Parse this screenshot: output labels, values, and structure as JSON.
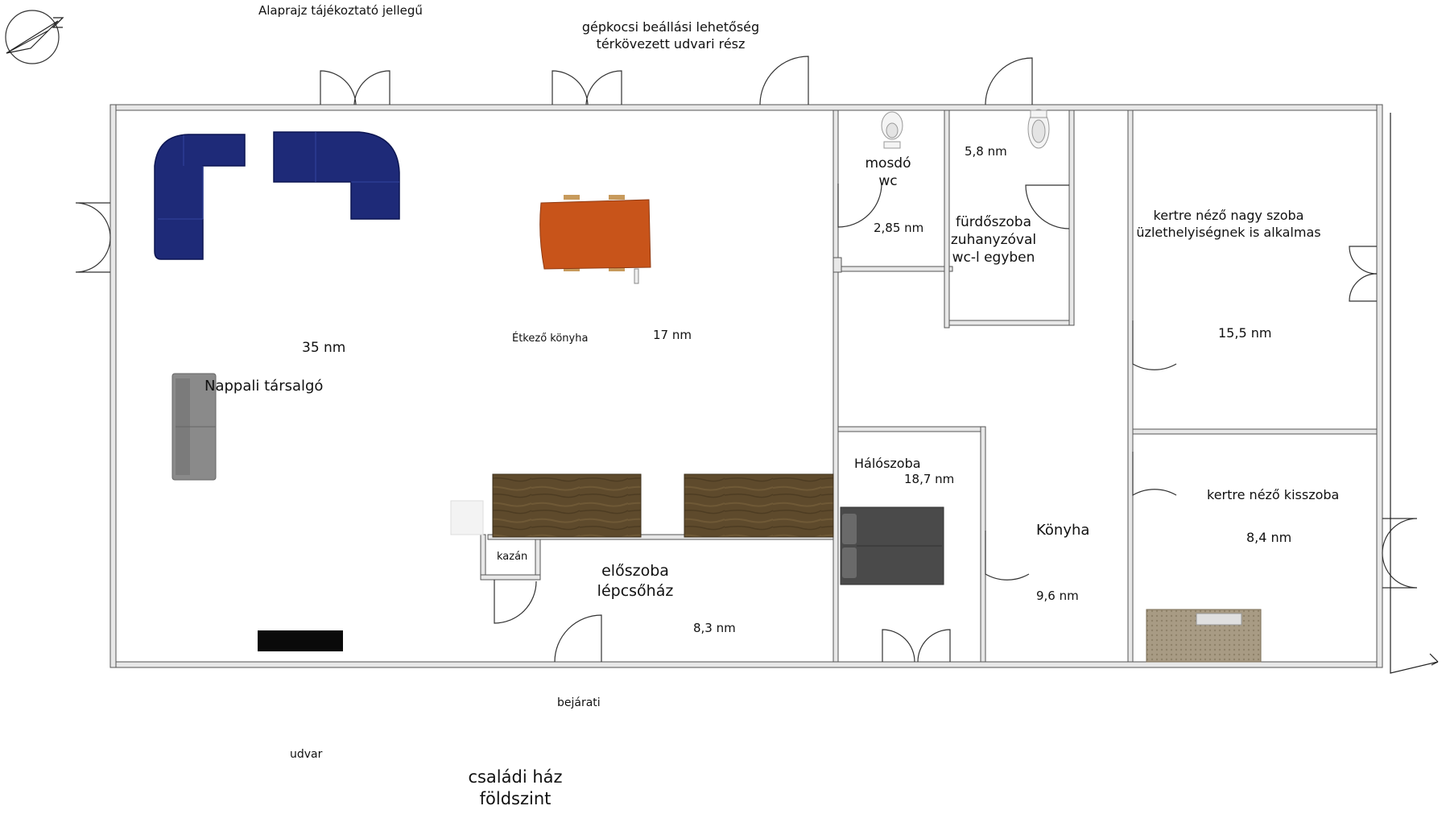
{
  "header": {
    "note": "Alaprajz tájékoztató jellegű",
    "parking_line1": "gépkocsi beállási lehetőség",
    "parking_line2": "térkövezett udvari rész"
  },
  "rooms": {
    "living_name": "Nappali társalgó",
    "living_area": "35 nm",
    "dining_name": "Étkező könyha",
    "dining_area": "17 nm",
    "washroom_line1": "mosdó",
    "washroom_line2": "wc",
    "washroom_area": "2,85 nm",
    "bath_area": "5,8 nm",
    "bath_line1": "fürdőszoba",
    "bath_line2": "zuhanyzóval",
    "bath_line3": "wc-l egyben",
    "big_room_line1": "kertre néző nagy szoba",
    "big_room_line2": "üzlethelyiségnek is alkalmas",
    "big_room_area": "15,5 nm",
    "bedroom_name": "Hálószoba",
    "bedroom_area": "18,7 nm",
    "kitchen_name": "Könyha",
    "kitchen_area": "9,6 nm",
    "small_room_name": "kertre néző kisszoba",
    "small_room_area": "8,4 nm",
    "hall_line1": "előszoba",
    "hall_line2": "lépcsőház",
    "hall_area": "8,3 nm",
    "boiler": "kazán"
  },
  "footer": {
    "entrance": "bejárati",
    "yard": "udvar",
    "title_line1": "családi ház",
    "title_line2": "földszint"
  },
  "colors": {
    "wall": "#e8e8e8",
    "wall_stroke": "#555555",
    "sofa": "#1e2a78",
    "table": "#c8541a",
    "wood": "#5e4a2c",
    "bed": "#4a4a4a",
    "grey_sofa": "#8a8a8a",
    "tv": "#0a0a0a"
  },
  "icons": [
    "compass-icon",
    "door-icon",
    "toilet-icon",
    "sofa-icon",
    "table-icon",
    "bed-icon",
    "tv-icon"
  ]
}
